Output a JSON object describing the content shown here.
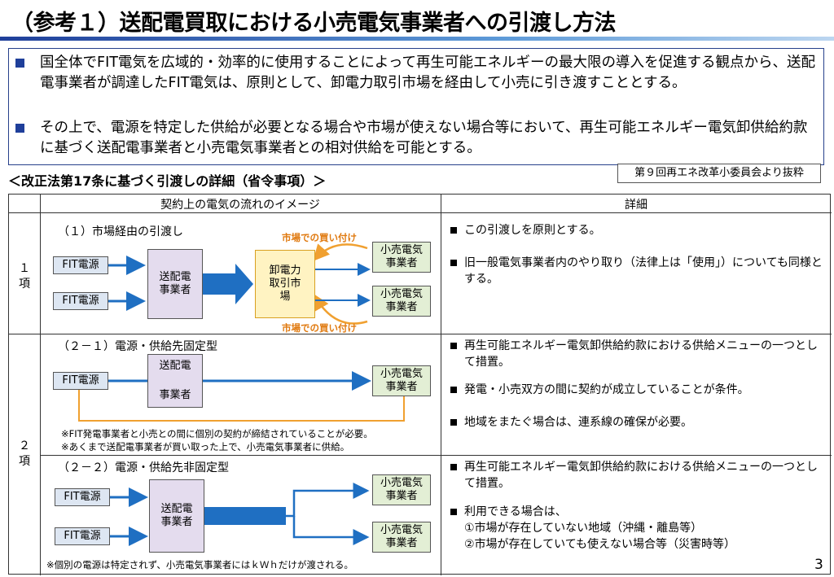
{
  "title": "（参考１）送配電買取における小売電気事業者への引渡し方法",
  "summary": {
    "bullets": [
      "国全体でFIT電気を広域的・効率的に使用することによって再生可能エネルギーの最大限の導入を促進する観点から、送配電事業者が調達したFIT電気は、原則として、卸電力取引市場を経由して小売に引き渡すこととする。",
      "その上で、電源を特定した供給が必要となる場合や市場が使えない場合等において、再生可能エネルギー電気卸供給約款に基づく送配電事業者と小売電気事業者との相対供給を可能とする。"
    ]
  },
  "section_heading": "＜改正法第17条に基づく引渡しの詳細（省令事項）＞",
  "source_note": "第９回再エネ改革小委員会より抜粋",
  "table": {
    "headers": {
      "image": "契約上の電気の流れのイメージ",
      "detail": "詳細"
    },
    "row_labels": {
      "row1": [
        "１",
        "項"
      ],
      "row2": [
        "２",
        "項"
      ]
    },
    "diagrams": {
      "d1": {
        "subtitle": "（１）市場経由の引渡し",
        "fit1": "FIT電源",
        "fit2": "FIT電源",
        "distributor": "送配電\n事業者",
        "market": "卸電力\n取引市\n場",
        "retail1": "小売電気\n事業者",
        "retail2": "小売電気\n事業者",
        "buy_top": "市場での買い付け",
        "buy_bottom": "市場での買い付け"
      },
      "d21": {
        "subtitle": "（２－１）電源・供給先固定型",
        "fit": "FIT電源",
        "distributor_top": "送配電",
        "distributor_bottom": "事業者",
        "retail": "小売電気\n事業者",
        "note1": "※FIT発電事業者と小売との間に個別の契約が締結されていることが必要。",
        "note2": "※あくまで送配電事業者が買い取った上で、小売電気事業者に供給。"
      },
      "d22": {
        "subtitle": "（２－２）電源・供給先非固定型",
        "fit1": "FIT電源",
        "fit2": "FIT電源",
        "distributor": "送配電\n事業者",
        "retail1": "小売電気\n事業者",
        "retail2": "小売電気\n事業者",
        "note": "※個別の電源は特定されず、小売電気事業者にはｋＷｈだけが渡される。"
      }
    },
    "details": {
      "d1": [
        "この引渡しを原則とする。",
        "旧一般電気事業者内のやり取り（法律上は「使用」）についても同様とする。"
      ],
      "d21": [
        "再生可能エネルギー電気卸供給約款における供給メニューの一つとして措置。",
        "発電・小売双方の間に契約が成立していることが条件。",
        "地域をまたぐ場合は、連系線の確保が必要。"
      ],
      "d22": [
        "再生可能エネルギー電気卸供給約款における供給メニューの一つとして措置。",
        "利用できる場合は、\n①市場が存在していない地域（沖縄・離島等）\n②市場が存在していても使えない場合等（災害時等）"
      ]
    }
  },
  "page_number": "3",
  "colors": {
    "accent_blue": "#1f3f9a",
    "arrow_blue": "#1f6fc2",
    "orange": "#f0a030",
    "fit_fill": "#dde6f2",
    "distributor_fill": "#e4dcee",
    "market_fill": "#fff3c2",
    "retail_fill": "#e3efd5"
  }
}
